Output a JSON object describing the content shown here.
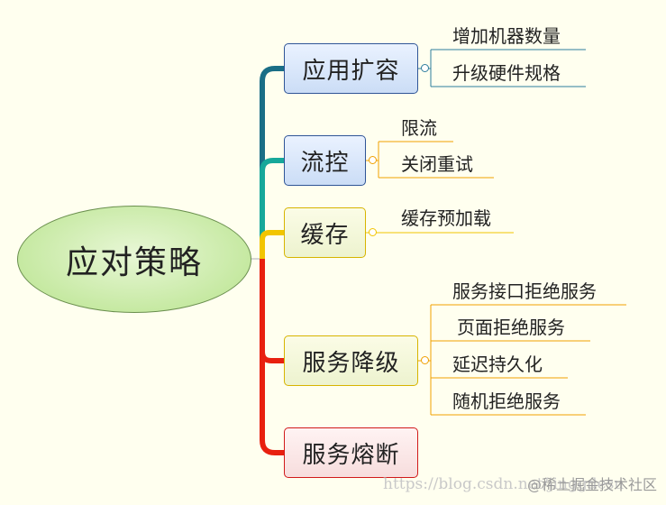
{
  "root": {
    "label": "应对策略"
  },
  "branches": [
    {
      "label": "应用扩容",
      "leaves": [
        "增加机器数量",
        "升级硬件规格"
      ]
    },
    {
      "label": "流控",
      "leaves": [
        "限流",
        "关闭重试"
      ]
    },
    {
      "label": "缓存",
      "leaves": [
        "缓存预加载"
      ]
    },
    {
      "label": "服务降级",
      "leaves": [
        "服务接口拒绝服务",
        "页面拒绝服务",
        "延迟持久化",
        "随机拒绝服务"
      ]
    },
    {
      "label": "服务熔断",
      "leaves": []
    }
  ],
  "colors": {
    "branch1": "#1A6E86",
    "branch2": "#17A89A",
    "branch3": "#F2C500",
    "branch4": "#E8200F",
    "branch5": "#E8200F",
    "leaf_line_blue": "#2E7D9C",
    "leaf_line_orange": "#F0A000",
    "leaf_line_yellow": "#F2C500"
  },
  "watermark": {
    "url": "https://blog.csdn.net/jinggdesu",
    "site": "@稀土掘金技术社区"
  }
}
